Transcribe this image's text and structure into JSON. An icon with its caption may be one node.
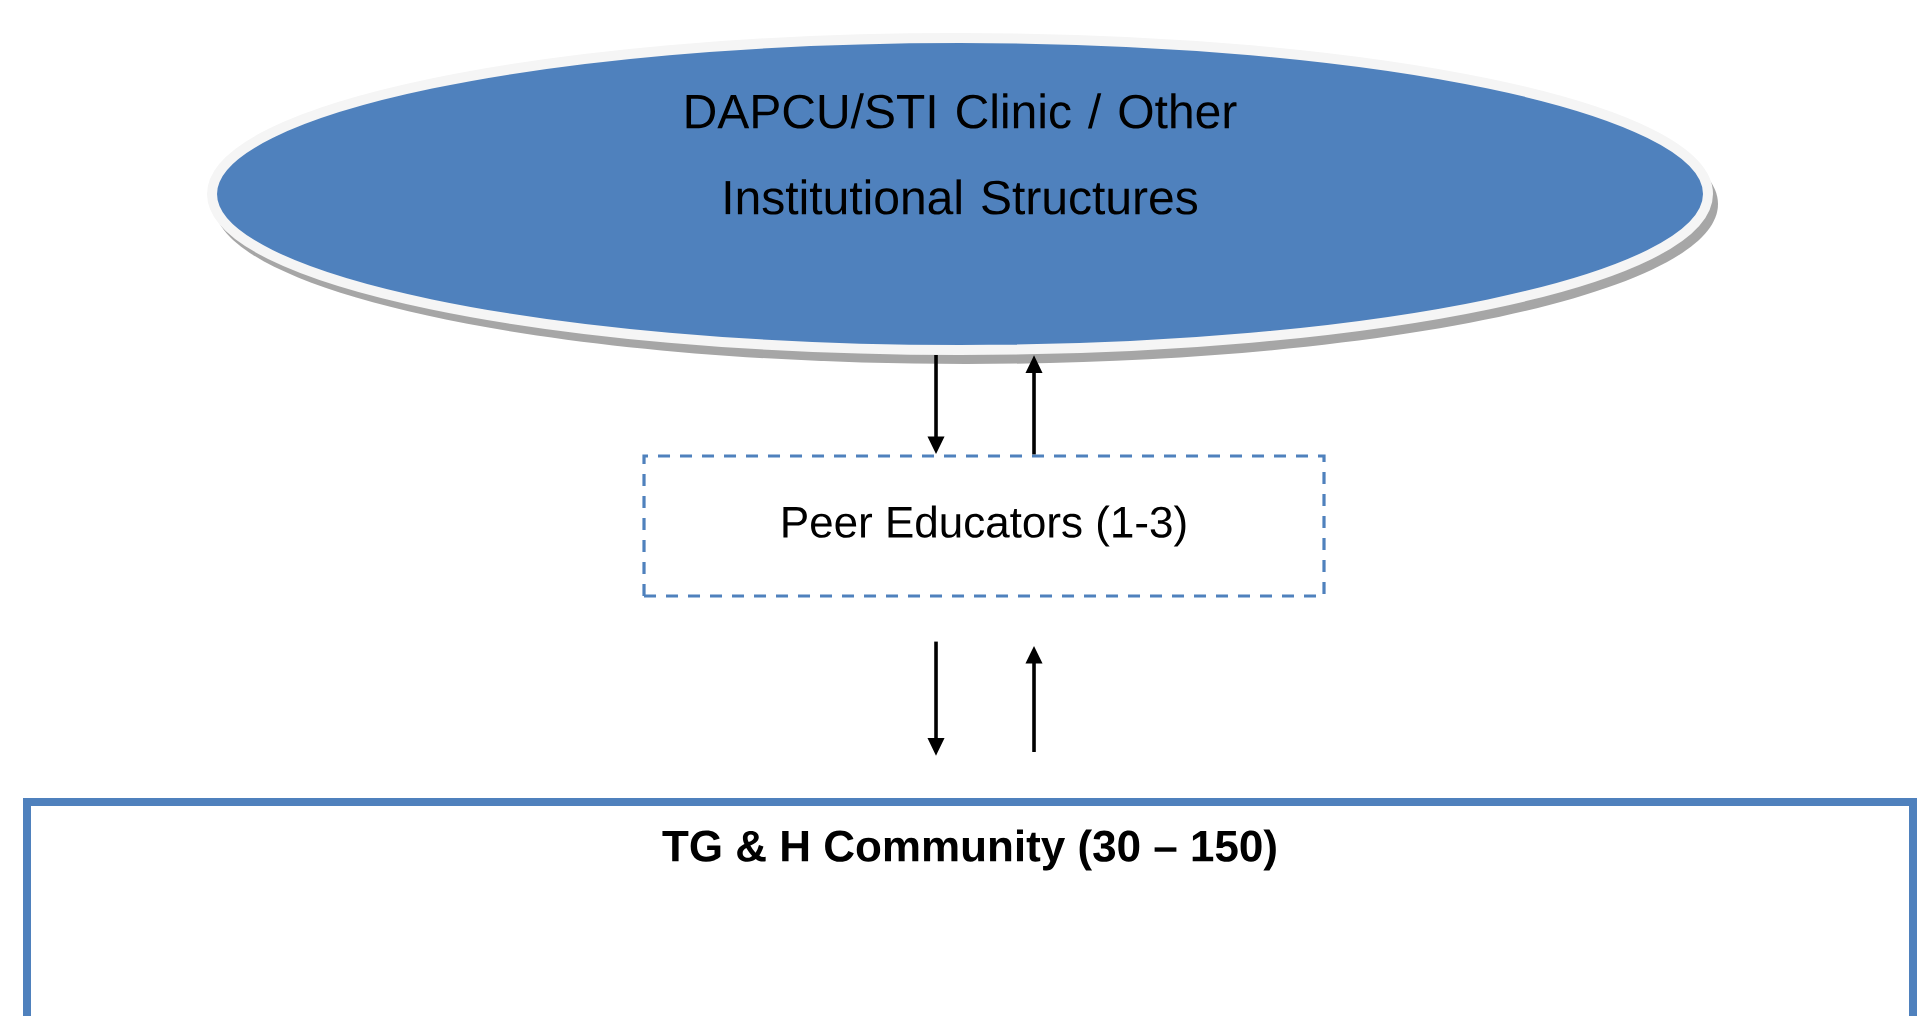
{
  "diagram": {
    "nodes": [
      {
        "text": [
          "DAPCU/STI Clinic / Other Institutional Structures"
        ]
      },
      {
        "text": [
          "Peer Educators (1-3)"
        ]
      },
      {
        "text": [
          "TG & H Community (30 – 150)"
        ]
      }
    ],
    "edges": [
      {
        "from": 0,
        "to": 1,
        "arrow": "to"
      },
      {
        "from": 1,
        "to": 0,
        "arrow": "to"
      },
      {
        "from": 1,
        "to": 2,
        "arrow": "to"
      },
      {
        "from": 2,
        "to": 1,
        "arrow": "to"
      }
    ]
  }
}
